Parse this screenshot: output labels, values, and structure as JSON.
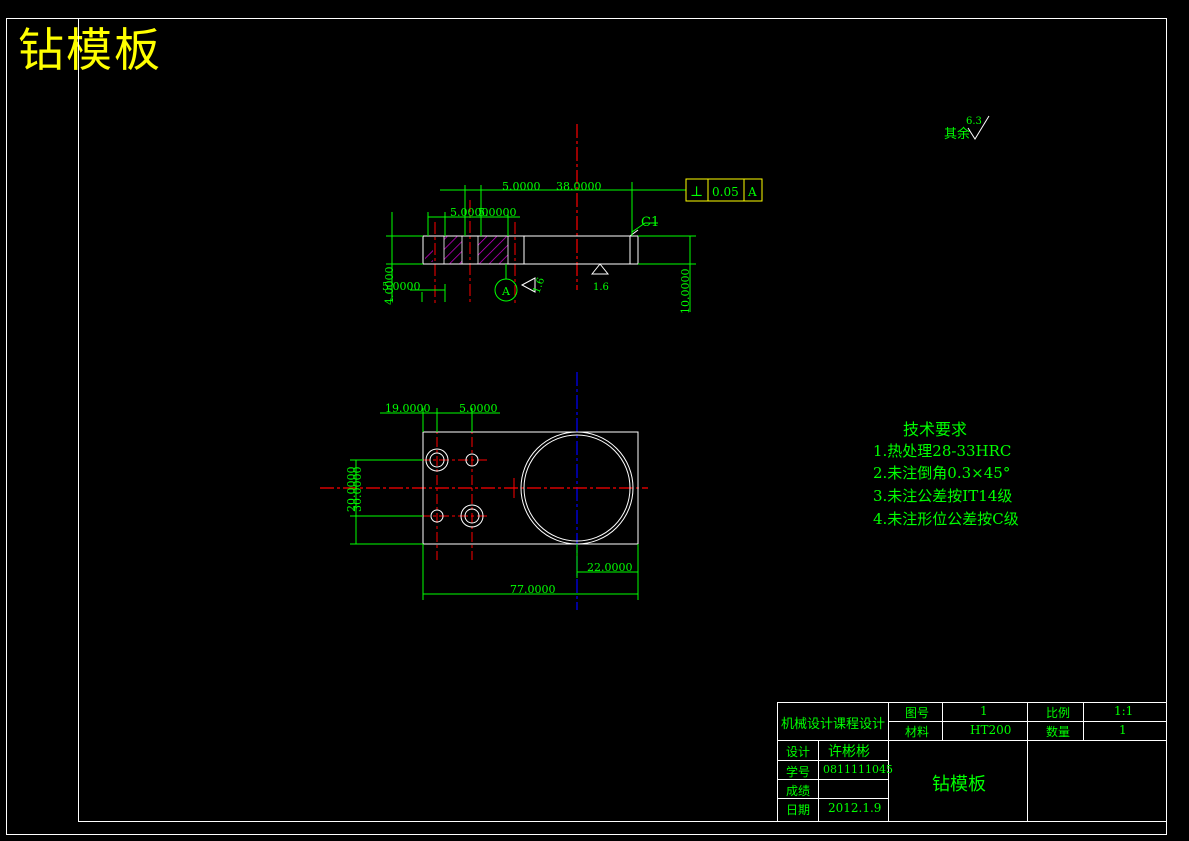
{
  "title": "钻模板",
  "surface_finish": {
    "note": "其余",
    "value": "6.3"
  },
  "front_view": {
    "dims": [
      "5.0000",
      "38.0000",
      "5.0000",
      "5.0000",
      "5.0000",
      "4.0000",
      "10.0000"
    ],
    "tolerance": {
      "symbol": "⊥",
      "value": "0.05",
      "datum": "A"
    },
    "chamfer": "C1",
    "datum": "A",
    "roughness_a": "1.6",
    "roughness_b": "1.6"
  },
  "top_view": {
    "dims": [
      "19.0000",
      "5.0000",
      "20.0000",
      "30.0000",
      "77.0000",
      "22.0000"
    ]
  },
  "tech_requirements": {
    "heading": "技术要求",
    "items": [
      "1.热处理28-33HRC",
      "2.未注倒角0.3×45°",
      "3.未注公差按IT14级",
      "4.未注形位公差按C级"
    ]
  },
  "title_block": {
    "course": "机械设计课程设计",
    "drawing_no_label": "图号",
    "drawing_no": "1",
    "scale_label": "比例",
    "scale": "1:1",
    "material_label": "材料",
    "material": "HT200",
    "qty_label": "数量",
    "qty": "1",
    "designer_label": "设计",
    "designer": "许彬彬",
    "student_id_label": "学号",
    "student_id": "0811111045",
    "grade_label": "成绩",
    "grade": "",
    "date_label": "日期",
    "date": "2012.1.9",
    "part_name": "钻模板"
  }
}
